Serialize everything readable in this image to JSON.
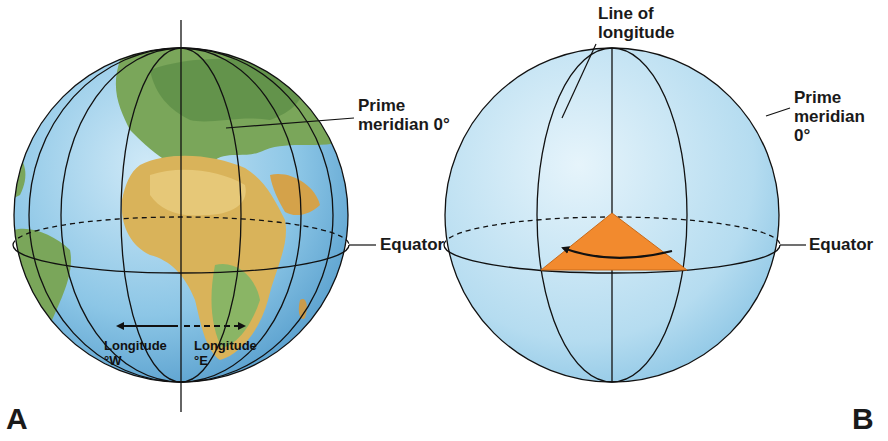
{
  "diagram": {
    "labels": [
      "Prime meridian 0°",
      "Equator",
      "Longitude °W",
      "Longitude °E",
      "A",
      "Line of longitude",
      "Prime meridian 0°",
      "Equator",
      "B"
    ]
  }
}
